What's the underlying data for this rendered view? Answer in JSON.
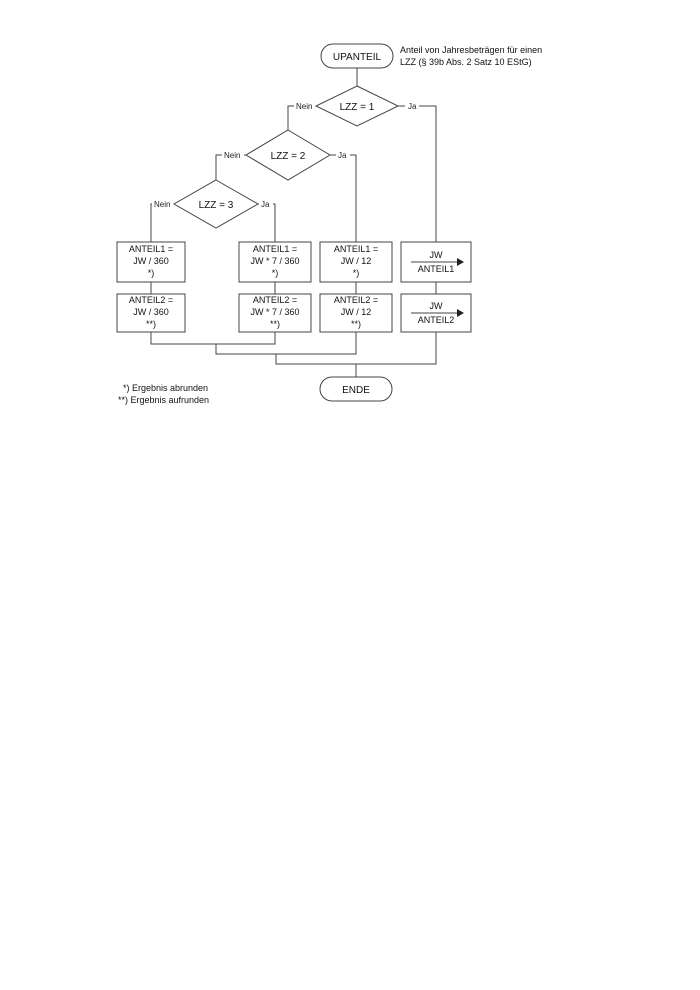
{
  "terminals": {
    "start": "UPANTEIL",
    "end": "ENDE"
  },
  "description": {
    "line1": "Anteil von Jahresbeträgen für einen",
    "line2": "LZZ (§ 39b Abs. 2 Satz 10 EStG)"
  },
  "decisions": {
    "d1": "LZZ = 1",
    "d2": "LZZ = 2",
    "d3": "LZZ = 3"
  },
  "branch_labels": {
    "no": "Nein",
    "yes": "Ja"
  },
  "processes": {
    "col1": {
      "a1": [
        "ANTEIL1 =",
        "JW / 360",
        "*)"
      ],
      "a2": [
        "ANTEIL2 =",
        "JW / 360",
        "**)"
      ]
    },
    "col2": {
      "a1": [
        "ANTEIL1 =",
        "JW * 7 / 360",
        "*)"
      ],
      "a2": [
        "ANTEIL2 =",
        "JW * 7 / 360",
        "**)"
      ]
    },
    "col3": {
      "a1": [
        "ANTEIL1 =",
        "JW / 12",
        "*)"
      ],
      "a2": [
        "ANTEIL2 =",
        "JW / 12",
        "**)"
      ]
    },
    "col4": {
      "a1": [
        "JW",
        "ANTEIL1"
      ],
      "a2": [
        "JW",
        "ANTEIL2"
      ]
    }
  },
  "notes": {
    "n1": "*) Ergebnis abrunden",
    "n2": "**) Ergebnis aufrunden"
  }
}
